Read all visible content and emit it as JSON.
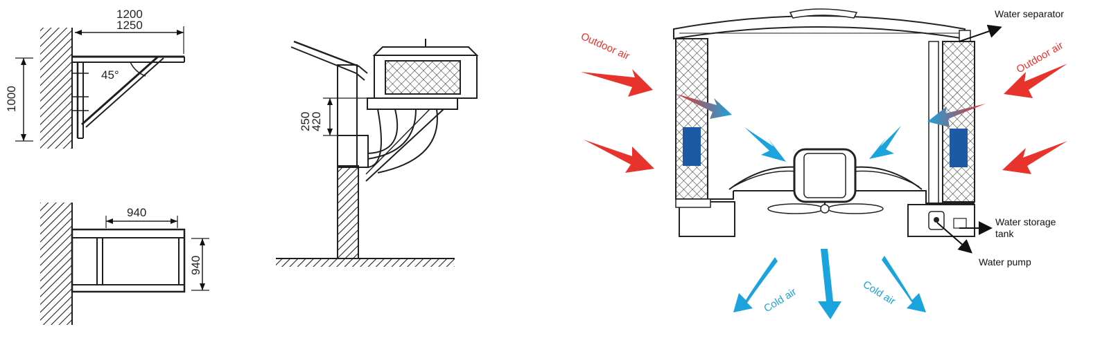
{
  "bracket": {
    "top_dim_a": "1200",
    "top_dim_b": "1250",
    "height_dim": "1000",
    "angle": "45°"
  },
  "frame": {
    "width_dim": "940",
    "height_dim": "940"
  },
  "roof_mount": {
    "dim_a": "250",
    "dim_b": "420"
  },
  "cooler": {
    "water_separator": "Water separator",
    "outdoor_air_left": "Outdoor air",
    "outdoor_air_right": "Outdoor air",
    "water_storage_tank_line1": "Water storage",
    "water_storage_tank_line2": "tank",
    "water_pump": "Water pump",
    "cold_air_left": "Cold air",
    "cold_air_right": "Cold air",
    "colors": {
      "warm": "#e8332c",
      "cool": "#1aa3dd",
      "water": "#1c5aa6"
    }
  }
}
